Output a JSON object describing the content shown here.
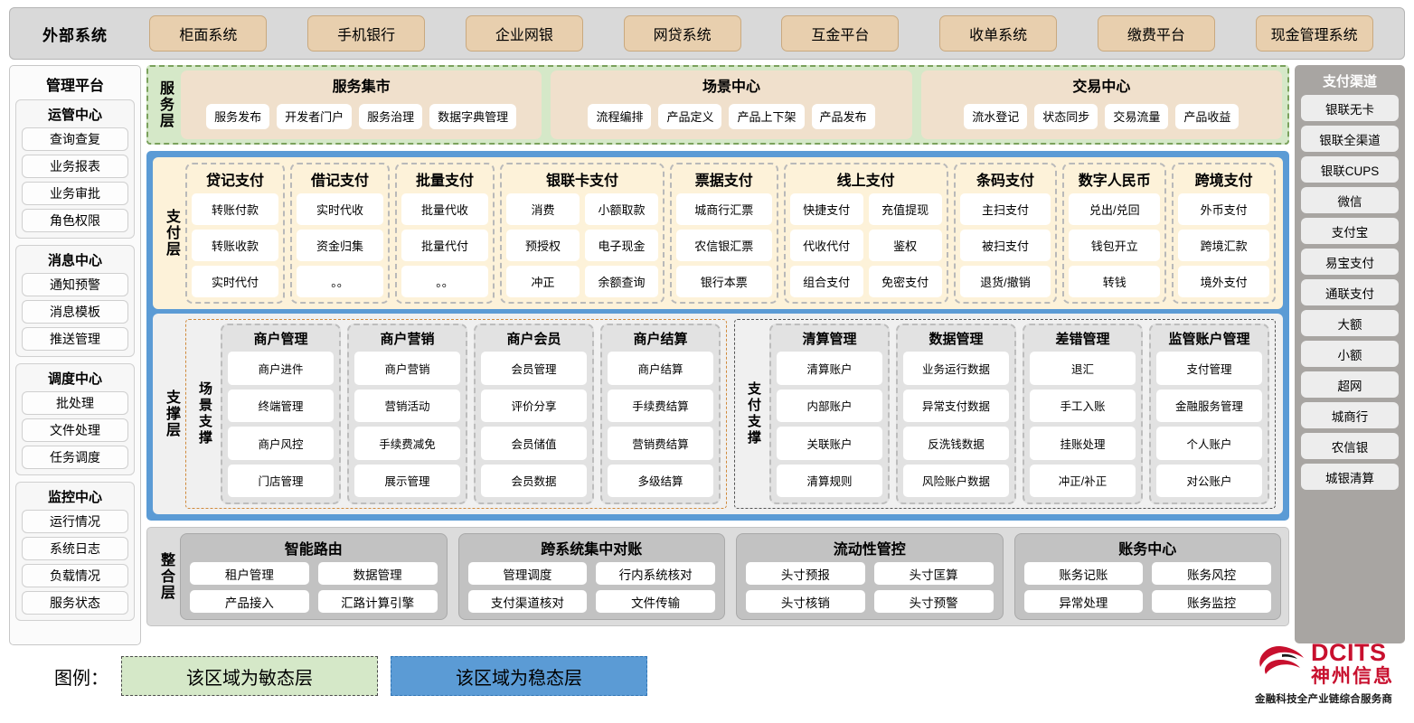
{
  "external": {
    "title": "外部系统",
    "items": [
      "柜面系统",
      "手机银行",
      "企业网银",
      "网贷系统",
      "互金平台",
      "收单系统",
      "缴费平台",
      "现金管理系统"
    ]
  },
  "left_sidebar": {
    "title": "管理平台",
    "groups": [
      {
        "title": "运管中心",
        "items": [
          "查询查复",
          "业务报表",
          "业务审批",
          "角色权限"
        ]
      },
      {
        "title": "消息中心",
        "items": [
          "通知预警",
          "消息模板",
          "推送管理"
        ]
      },
      {
        "title": "调度中心",
        "items": [
          "批处理",
          "文件处理",
          "任务调度"
        ]
      },
      {
        "title": "监控中心",
        "items": [
          "运行情况",
          "系统日志",
          "负载情况",
          "服务状态"
        ]
      }
    ]
  },
  "right_sidebar": {
    "title": "支付渠道",
    "items": [
      "银联无卡",
      "银联全渠道",
      "银联CUPS",
      "微信",
      "支付宝",
      "易宝支付",
      "通联支付",
      "大额",
      "小额",
      "超网",
      "城商行",
      "农信银",
      "城银清算"
    ]
  },
  "service_layer": {
    "label": "服务层",
    "groups": [
      {
        "title": "服务集市",
        "items": [
          "服务发布",
          "开发者门户",
          "服务治理",
          "数据字典管理"
        ]
      },
      {
        "title": "场景中心",
        "items": [
          "流程编排",
          "产品定义",
          "产品上下架",
          "产品发布"
        ]
      },
      {
        "title": "交易中心",
        "items": [
          "流水登记",
          "状态同步",
          "交易流量",
          "产品收益"
        ]
      }
    ]
  },
  "payment_layer": {
    "label": "支付层",
    "groups": [
      {
        "title": "贷记支付",
        "cols": 1,
        "items": [
          [
            "转账付款"
          ],
          [
            "转账收款"
          ],
          [
            "实时代付"
          ]
        ]
      },
      {
        "title": "借记支付",
        "cols": 1,
        "items": [
          [
            "实时代收"
          ],
          [
            "资金归集"
          ],
          [
            "。。"
          ]
        ]
      },
      {
        "title": "批量支付",
        "cols": 1,
        "items": [
          [
            "批量代收"
          ],
          [
            "批量代付"
          ],
          [
            "。。"
          ]
        ]
      },
      {
        "title": "银联卡支付",
        "cols": 2,
        "items": [
          [
            "消费",
            "小额取款"
          ],
          [
            "预授权",
            "电子现金"
          ],
          [
            "冲正",
            "余额查询"
          ]
        ]
      },
      {
        "title": "票据支付",
        "cols": 1,
        "items": [
          [
            "城商行汇票"
          ],
          [
            "农信银汇票"
          ],
          [
            "银行本票"
          ]
        ]
      },
      {
        "title": "线上支付",
        "cols": 2,
        "items": [
          [
            "快捷支付",
            "充值提现"
          ],
          [
            "代收代付",
            "鉴权"
          ],
          [
            "组合支付",
            "免密支付"
          ]
        ]
      },
      {
        "title": "条码支付",
        "cols": 1,
        "items": [
          [
            "主扫支付"
          ],
          [
            "被扫支付"
          ],
          [
            "退货/撤销"
          ]
        ]
      },
      {
        "title": "数字人民币",
        "cols": 1,
        "items": [
          [
            "兑出/兑回"
          ],
          [
            "钱包开立"
          ],
          [
            "转钱"
          ]
        ]
      },
      {
        "title": "跨境支付",
        "cols": 1,
        "items": [
          [
            "外币支付"
          ],
          [
            "跨境汇款"
          ],
          [
            "境外支付"
          ]
        ]
      }
    ]
  },
  "support_layer": {
    "label": "支撑层",
    "halves": [
      {
        "label": "场景支撑",
        "groups": [
          {
            "title": "商户管理",
            "items": [
              "商户进件",
              "终端管理",
              "商户风控",
              "门店管理"
            ]
          },
          {
            "title": "商户营销",
            "items": [
              "商户营销",
              "营销活动",
              "手续费减免",
              "展示管理"
            ]
          },
          {
            "title": "商户会员",
            "items": [
              "会员管理",
              "评价分享",
              "会员储值",
              "会员数据"
            ]
          },
          {
            "title": "商户结算",
            "items": [
              "商户结算",
              "手续费结算",
              "营销费结算",
              "多级结算"
            ]
          }
        ]
      },
      {
        "label": "支付支撑",
        "groups": [
          {
            "title": "清算管理",
            "items": [
              "清算账户",
              "内部账户",
              "关联账户",
              "清算规则"
            ]
          },
          {
            "title": "数据管理",
            "items": [
              "业务运行数据",
              "异常支付数据",
              "反洗钱数据",
              "风险账户数据"
            ]
          },
          {
            "title": "差错管理",
            "items": [
              "退汇",
              "手工入账",
              "挂账处理",
              "冲正/补正"
            ]
          },
          {
            "title": "监管账户管理",
            "items": [
              "支付管理",
              "金融服务管理",
              "个人账户",
              "对公账户"
            ]
          }
        ]
      }
    ]
  },
  "integration_layer": {
    "label": "整合层",
    "groups": [
      {
        "title": "智能路由",
        "rows": [
          [
            "租户管理",
            "数据管理"
          ],
          [
            "产品接入",
            "汇路计算引擎"
          ]
        ]
      },
      {
        "title": "跨系统集中对账",
        "rows": [
          [
            "管理调度",
            "行内系统核对"
          ],
          [
            "支付渠道核对",
            "文件传输"
          ]
        ]
      },
      {
        "title": "流动性管控",
        "rows": [
          [
            "头寸预报",
            "头寸匡算"
          ],
          [
            "头寸核销",
            "头寸预警"
          ]
        ]
      },
      {
        "title": "账务中心",
        "rows": [
          [
            "账务记账",
            "账务风控"
          ],
          [
            "异常处理",
            "账务监控"
          ]
        ]
      }
    ]
  },
  "legend": {
    "label": "图例：",
    "agile": "该区域为敏态层",
    "stable": "该区域为稳态层",
    "agile_color": "#d5e8c8",
    "stable_color": "#5b9bd5"
  },
  "logo": {
    "brand": "DCITS",
    "brand_cn": "神州信息",
    "tagline": "金融科技全产业链综合服务商",
    "color": "#c8102e"
  }
}
